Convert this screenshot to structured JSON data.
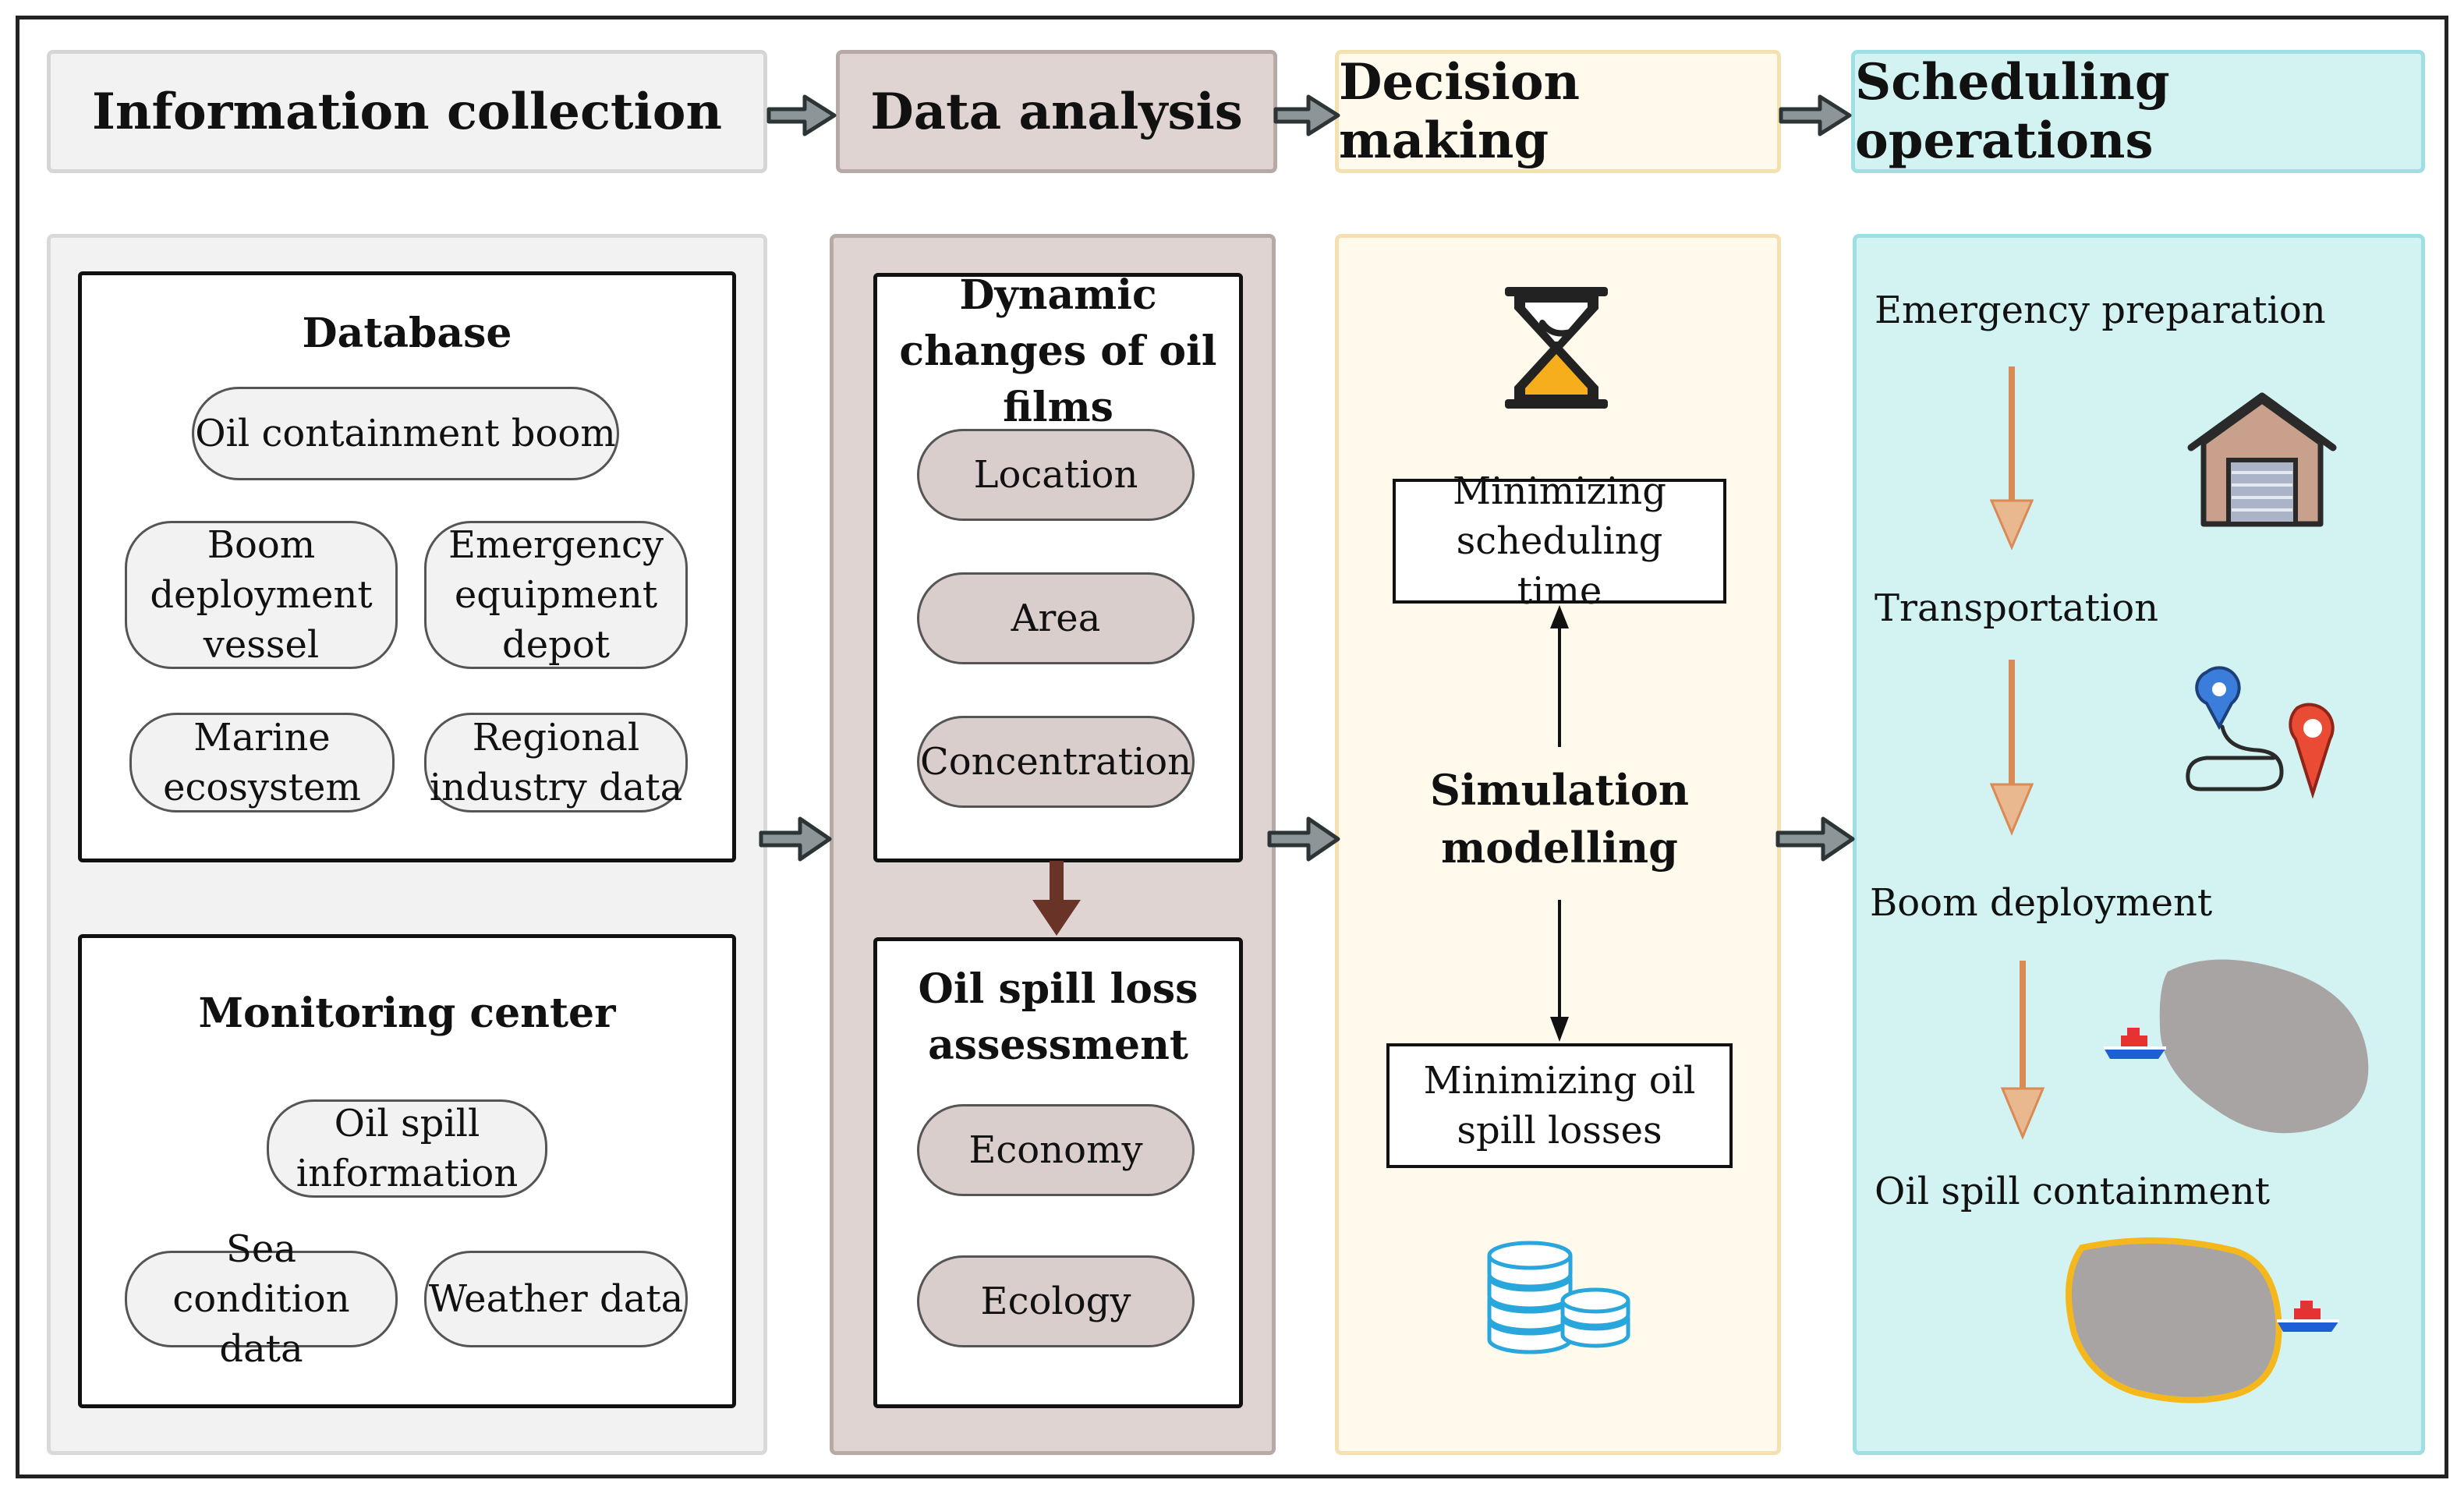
{
  "headers": {
    "information_collection": "Information collection",
    "data_analysis": "Data analysis",
    "decision_making": "Decision making",
    "scheduling_operations": "Scheduling operations"
  },
  "database": {
    "title": "Database",
    "oil_containment_boom": "Oil containment boom",
    "boom_vessel": "Boom deployment vessel",
    "equipment_depot": "Emergency equipment depot",
    "marine_ecosystem": "Marine ecosystem",
    "regional_industry": "Regional industry data"
  },
  "monitoring": {
    "title": "Monitoring center",
    "oil_spill_information": "Oil spill information",
    "sea_condition": "Sea condition data",
    "weather": "Weather data"
  },
  "dynamic": {
    "title": "Dynamic changes of oil films",
    "location": "Location",
    "area": "Area",
    "concentration": "Concentration"
  },
  "assessment": {
    "title": "Oil spill loss assessment",
    "economy": "Economy",
    "ecology": "Ecology"
  },
  "decision": {
    "min_time": "Minimizing scheduling time",
    "simulation": "Simulation modelling",
    "min_losses": "Minimizing oil spill losses"
  },
  "scheduling": {
    "emergency_preparation": "Emergency preparation",
    "transportation": "Transportation",
    "boom_deployment": "Boom deployment",
    "containment": "Oil spill containment"
  },
  "colors": {
    "gray_fill": "#f2f2f2",
    "brown_fill": "#dfd4d1",
    "yellow_fill": "#fffaec",
    "cyan_fill": "#d3f3f3",
    "arrow_gray": "#8c9699",
    "orange": "#f6ae1c",
    "slick": "#a9a4a4"
  }
}
